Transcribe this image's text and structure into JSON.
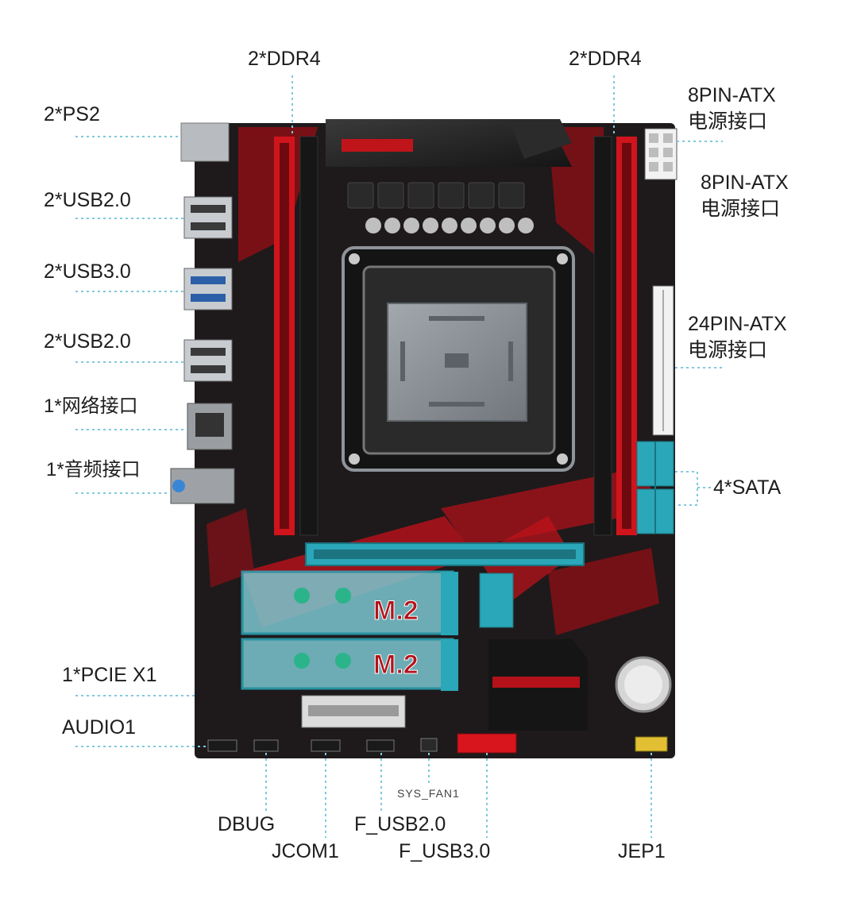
{
  "labels": {
    "ddr4_left": "2*DDR4",
    "ddr4_right": "2*DDR4",
    "ps2": "2*PS2",
    "usb20_top": "2*USB2.0",
    "usb30": "2*USB3.0",
    "usb20_bottom": "2*USB2.0",
    "network": "1*网络接口",
    "audio_port": "1*音频接口",
    "atx8_1_title": "8PIN-ATX",
    "atx8_1_sub": "电源接口",
    "atx8_2_title": "8PIN-ATX",
    "atx8_2_sub": "电源接口",
    "atx24_title": "24PIN-ATX",
    "atx24_sub": "电源接口",
    "sata": "4*SATA",
    "pcie_x1": "1*PCIE X1",
    "audio1": "AUDIO1",
    "dbug": "DBUG",
    "jcom1": "JCOM1",
    "f_usb20": "F_USB2.0",
    "sys_fan": "SYS_FAN1",
    "f_usb30": "F_USB3.0",
    "jep1": "JEP1"
  },
  "board_marks": {
    "m2_upper": "M.2",
    "m2_lower": "M.2"
  },
  "colors": {
    "pcb": "#1e1a1b",
    "accent_red": "#d0141c",
    "connector_teal": "#2aa7b8",
    "leader_line": "#7fc9dc",
    "socket_gray": "#8e9499"
  }
}
